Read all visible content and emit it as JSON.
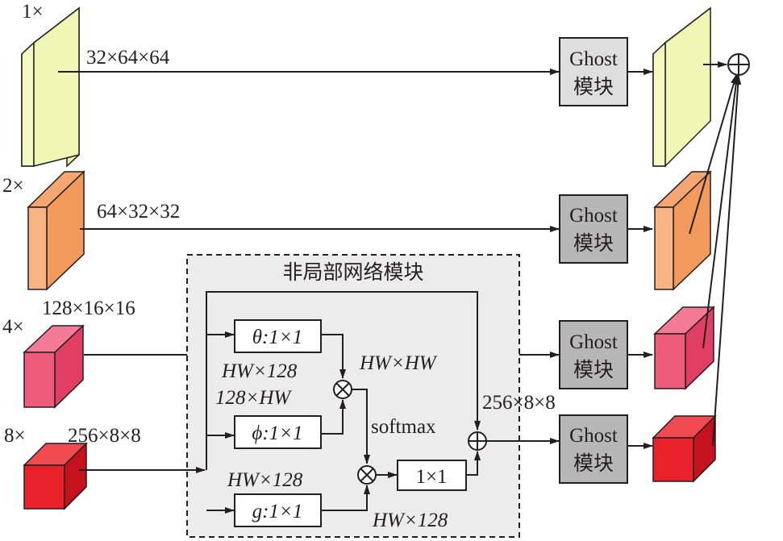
{
  "scales": {
    "s1": "1×",
    "s2": "2×",
    "s4": "4×",
    "s8": "8×"
  },
  "dims": {
    "d1": "32×64×64",
    "d2": "64×32×32",
    "d4": "128×16×16",
    "d8": "256×8×8",
    "out": "256×8×8"
  },
  "nonlocal": {
    "title": "非局部网络模块",
    "theta": "θ:1×1",
    "phi": "ϕ:1×1",
    "g": "g:1×1",
    "conv_out": "1×1",
    "hw128_a": "HW×128",
    "hw_hw": "HW×HW",
    "c128_hw": "128×HW",
    "softmax": "softmax",
    "hw128_b": "HW×128",
    "hw128_c": "HW×128"
  },
  "ghost": {
    "line1": "Ghost",
    "line2": "模块"
  },
  "colors": {
    "yellow": "#f5f9bf",
    "yellow_side": "#e9f09b",
    "orange": "#f7b583",
    "orange_side": "#f29a5c",
    "pink": "#ef5b7b",
    "pink_side": "#e03f63",
    "red": "#e8212a",
    "red_side": "#c5121c",
    "ghost_light": "#dedede",
    "ghost_dark": "#b7b7b7",
    "module_bg": "#ececec"
  }
}
